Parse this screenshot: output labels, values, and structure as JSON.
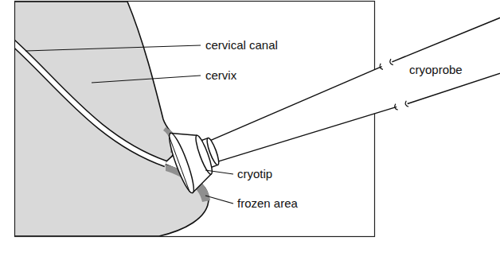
{
  "diagram": {
    "labels": [
      "cervical canal",
      "cervix",
      "cryoprobe",
      "cryotip",
      "frozen area"
    ]
  }
}
